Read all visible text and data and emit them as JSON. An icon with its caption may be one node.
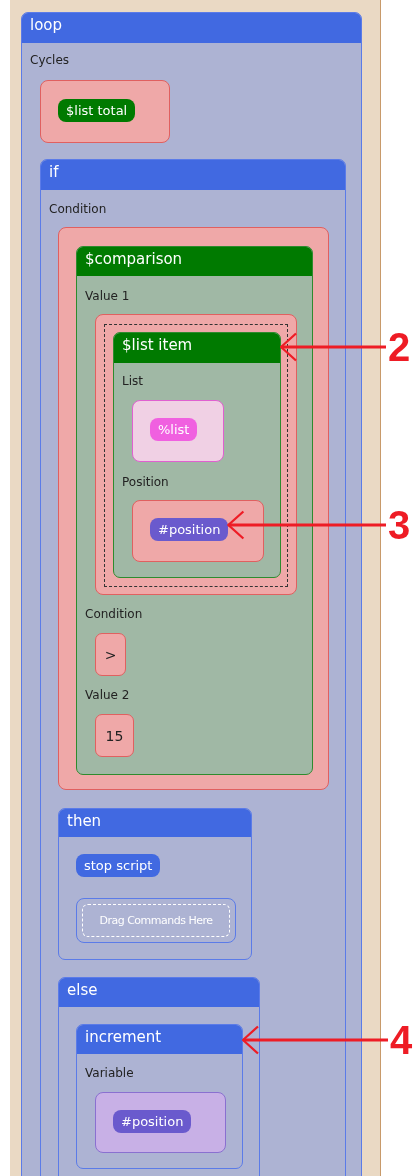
{
  "diagram": {
    "nodes": [
      {
        "text": [
          "loop",
          "Cycles"
        ]
      },
      {
        "text": [],
        "shape": "box",
        "in": 0
      },
      {
        "text": [
          "$list total"
        ],
        "in": 1
      },
      {
        "text": [
          "if",
          "Condition"
        ],
        "in": 0
      },
      {
        "text": [],
        "shape": "box",
        "in": 3
      },
      {
        "text": [
          "$comparison",
          "Value 1",
          "Condition",
          "Value 2"
        ],
        "in": 4
      },
      {
        "text": [],
        "shape": "box",
        "in": 5
      },
      {
        "text": [
          "$list item",
          "List",
          "Position"
        ],
        "in": 6
      },
      {
        "text": [],
        "shape": "box",
        "in": 7
      },
      {
        "text": [
          "%list"
        ],
        "in": 8
      },
      {
        "text": [],
        "shape": "box",
        "in": 7
      },
      {
        "text": [
          "#position"
        ],
        "in": 10
      },
      {
        "text": [
          ">"
        ],
        "in": 5
      },
      {
        "text": [
          "15"
        ],
        "in": 5
      },
      {
        "text": [
          "then"
        ],
        "in": 3
      },
      {
        "text": [
          "stop script"
        ],
        "in": 14
      },
      {
        "text": [
          "Drag Commands Here"
        ],
        "in": 14
      },
      {
        "text": [
          "else"
        ],
        "in": 3
      },
      {
        "text": [
          "increment",
          "Variable"
        ],
        "in": 17
      },
      {
        "text": [],
        "shape": "box",
        "in": 18
      },
      {
        "text": [
          "#position"
        ],
        "in": 19
      },
      {
        "text": [
          "2"
        ]
      },
      {
        "text": [
          "3"
        ]
      },
      {
        "text": [
          "4"
        ]
      }
    ],
    "edges": [
      {
        "from": 21,
        "to": 7,
        "arrow": "to"
      },
      {
        "from": 22,
        "to": 11,
        "arrow": "to"
      },
      {
        "from": 23,
        "to": 18,
        "arrow": "to"
      }
    ]
  }
}
